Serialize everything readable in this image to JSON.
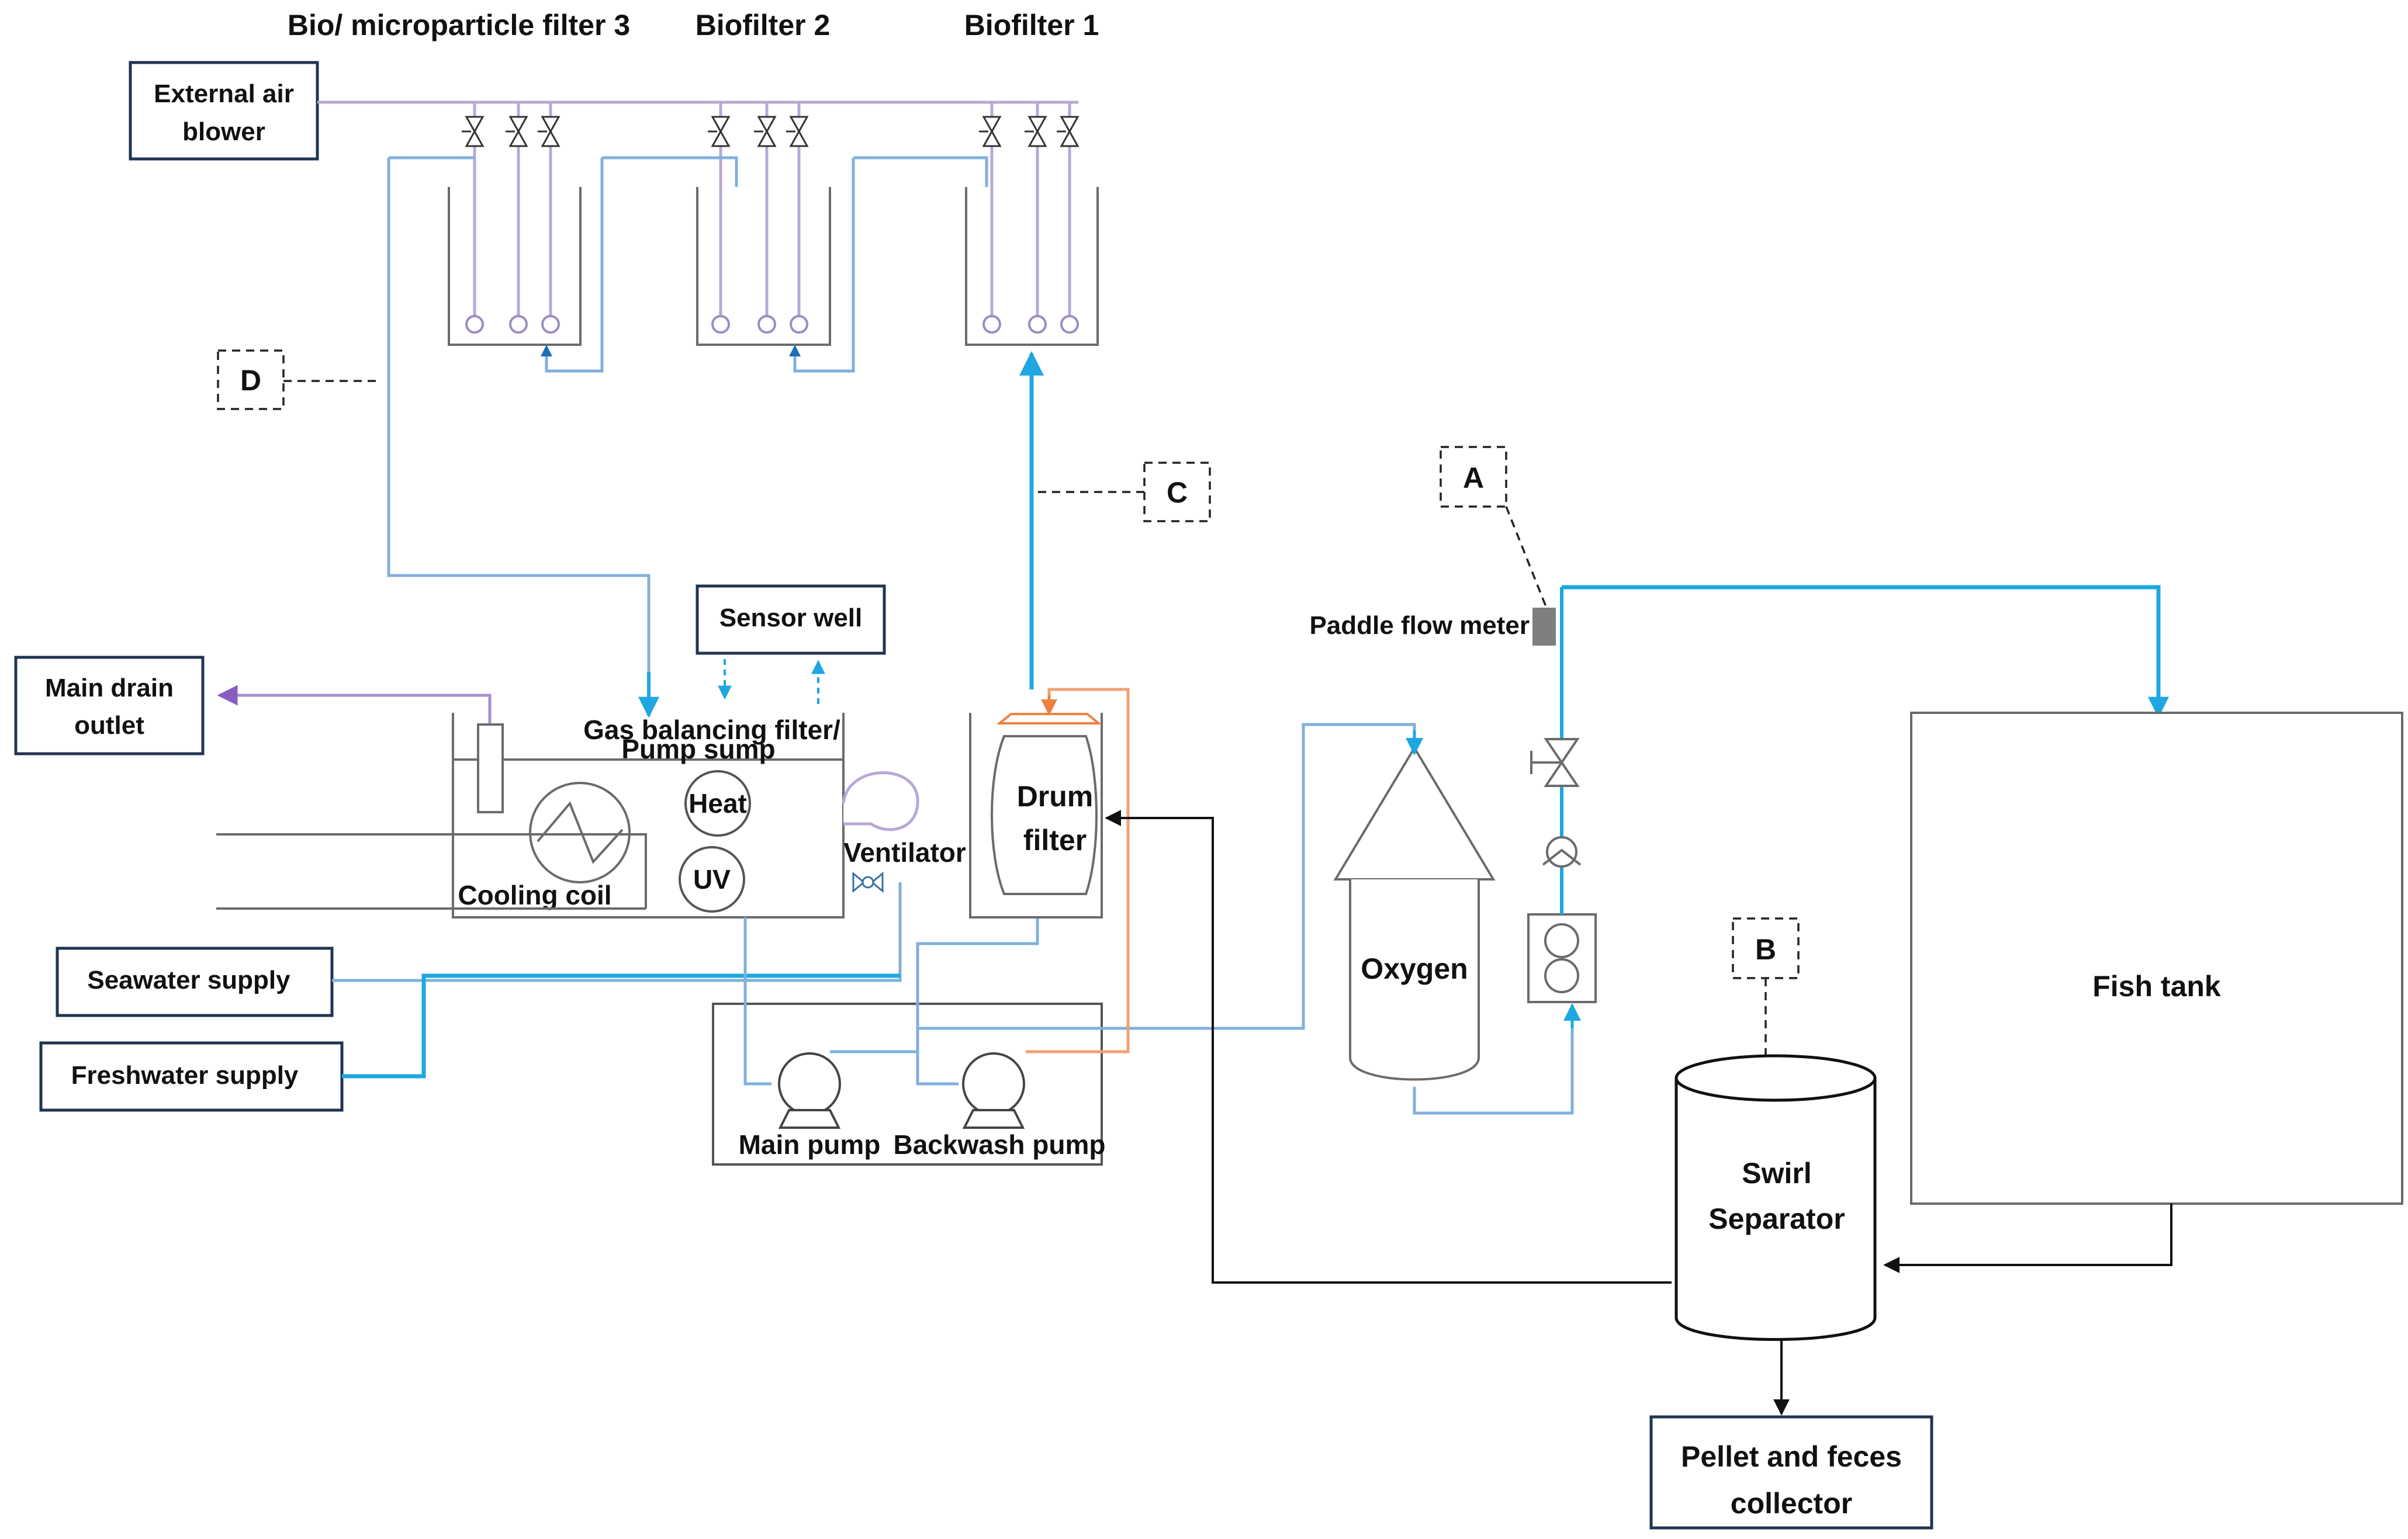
{
  "labels": {
    "filter3": "Bio/ microparticle filter 3",
    "filter2": "Biofilter 2",
    "filter1": "Biofilter 1",
    "air_blower_1": "External air",
    "air_blower_2": "blower",
    "main_drain_1": "Main drain",
    "main_drain_2": "outlet",
    "sensor_well": "Sensor well",
    "gas_balancing_1": "Gas balancing filter/",
    "gas_balancing_2": "Pump sump",
    "heat": "Heat",
    "uv": "UV",
    "cooling_coil": "Cooling coil",
    "ventilator": "Ventilator",
    "drum_filter_1": "Drum",
    "drum_filter_2": "filter",
    "seawater_supply": "Seawater supply",
    "freshwater_supply": "Freshwater supply",
    "main_pump": "Main pump",
    "backwash_pump": "Backwash pump",
    "oxygen": "Oxygen",
    "paddle_flow_meter": "Paddle flow meter",
    "fish_tank": "Fish tank",
    "swirl_1": "Swirl",
    "swirl_2": "Separator",
    "collector_1": "Pellet and feces",
    "collector_2": "collector",
    "callout_a": "A",
    "callout_b": "B",
    "callout_c": "C",
    "callout_d": "D"
  },
  "colors": {
    "box_border": "#1f3553",
    "water_pipe": "#7fb0dd",
    "main_flow": "#1ea7e1",
    "air_pipe": "#b9a8d6",
    "backwash": "#f0a073",
    "drain": "#8a5cc2",
    "equipment": "#6b6b6b"
  }
}
